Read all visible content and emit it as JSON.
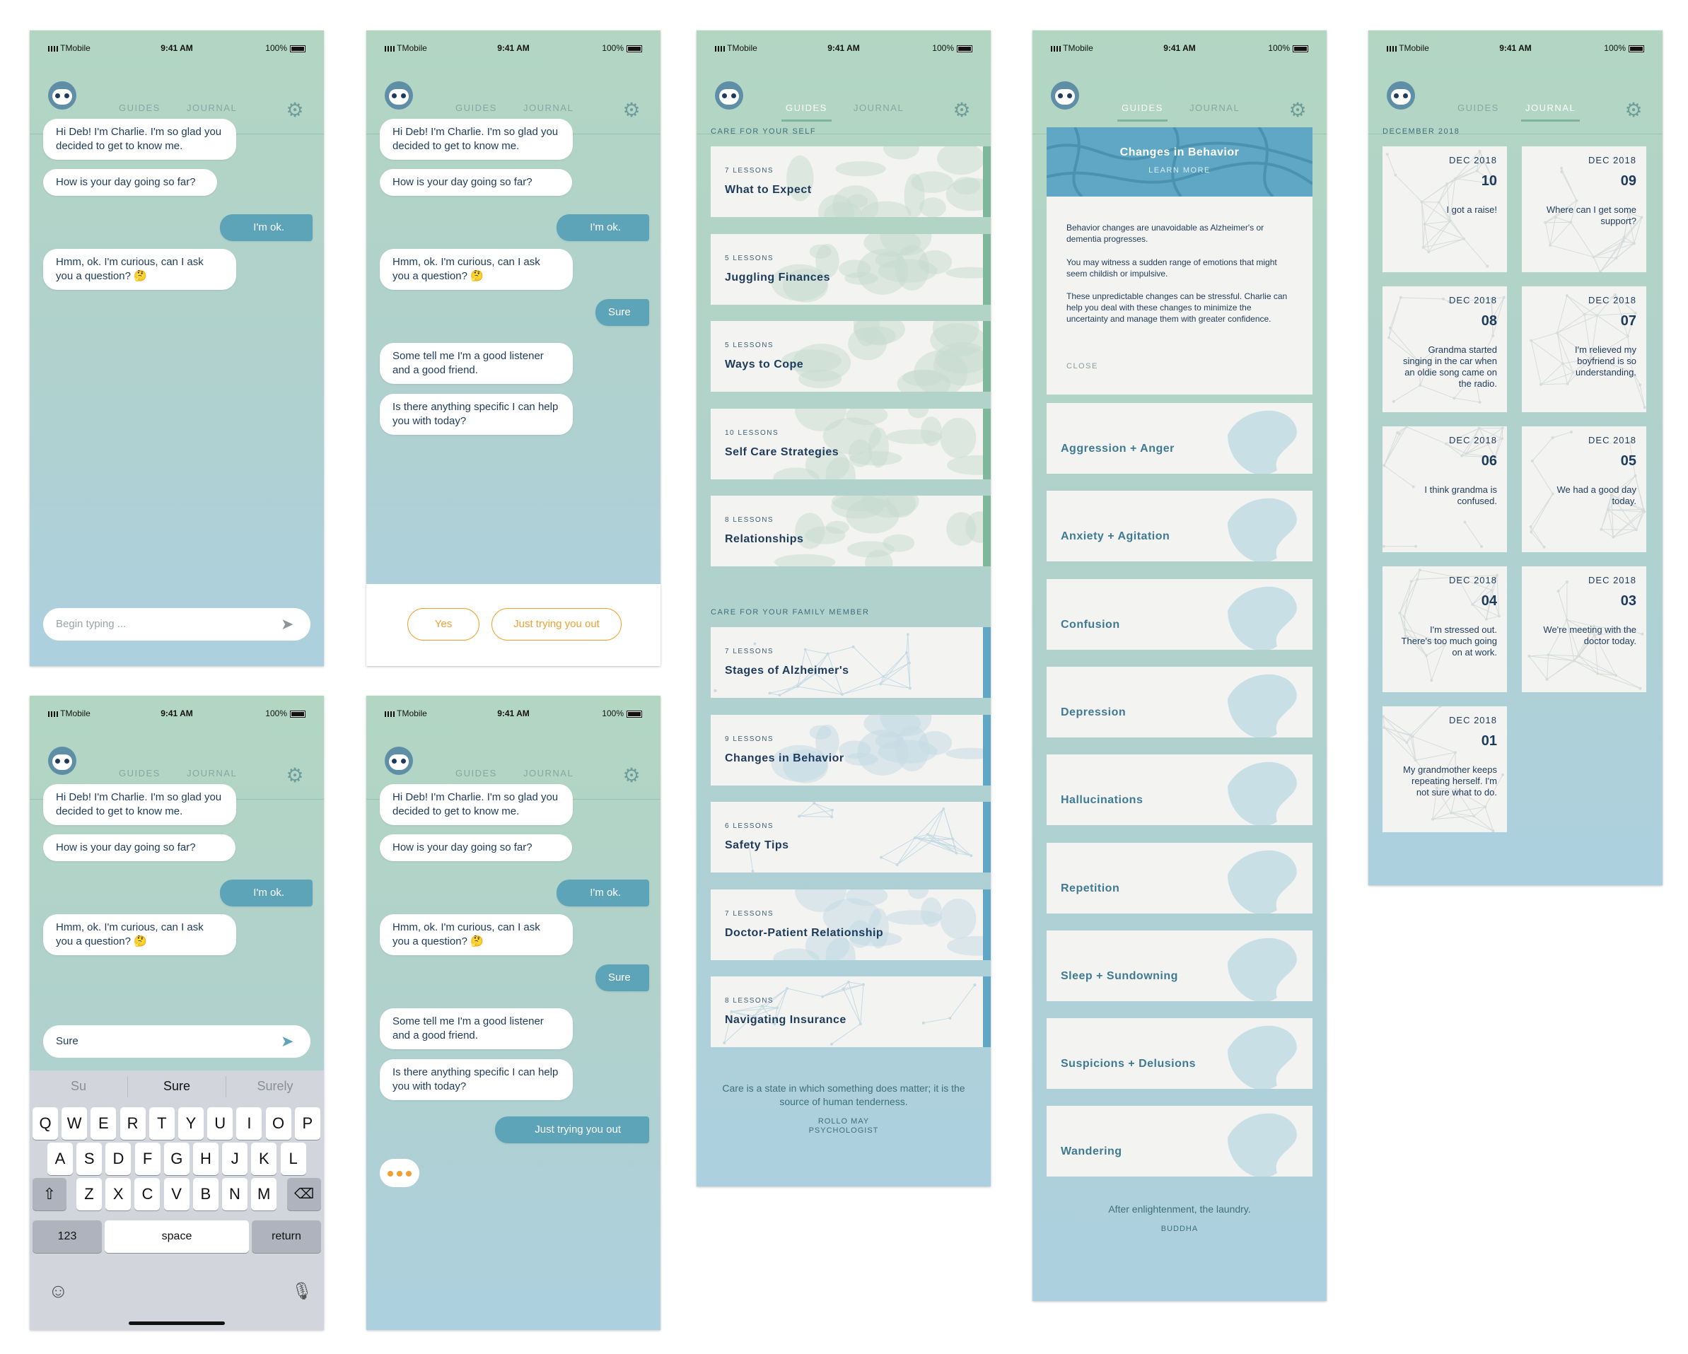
{
  "status": {
    "carrier": "TMobile",
    "time": "9:41 AM",
    "battery": "100%"
  },
  "nav": {
    "guides": "GUIDES",
    "journal": "JOURNAL"
  },
  "chat": {
    "m1": "Hi Deb! I'm Charlie. I'm so glad you decided to get to know me.",
    "m2": "How is your day going so far?",
    "u1": "I'm ok.",
    "m3": "Hmm, ok. I'm curious, can I ask you a question? 🤔",
    "u2": "Sure",
    "m4": "Some tell me I'm a good listener and a good friend.",
    "m5": "Is there anything specific I can help you with today?",
    "u3": "Just trying you out",
    "placeholder": "Begin typing ...",
    "typed": "Sure",
    "reply_yes": "Yes",
    "reply_try": "Just trying you out"
  },
  "keyboard": {
    "suggestions": [
      "Su",
      "Sure",
      "Surely"
    ],
    "row1": [
      "Q",
      "W",
      "E",
      "R",
      "T",
      "Y",
      "U",
      "I",
      "O",
      "P"
    ],
    "row2": [
      "A",
      "S",
      "D",
      "F",
      "G",
      "H",
      "J",
      "K",
      "L"
    ],
    "row3": [
      "Z",
      "X",
      "C",
      "V",
      "B",
      "N",
      "M"
    ],
    "num": "123",
    "space": "space",
    "return": "return"
  },
  "guides": {
    "self_header": "CARE FOR YOUR SELF",
    "self": [
      {
        "meta": "7 LESSONS",
        "title": "What to Expect"
      },
      {
        "meta": "5 LESSONS",
        "title": "Juggling Finances"
      },
      {
        "meta": "5 LESSONS",
        "title": "Ways to Cope"
      },
      {
        "meta": "10 LESSONS",
        "title": "Self Care Strategies"
      },
      {
        "meta": "8 LESSONS",
        "title": "Relationships"
      }
    ],
    "family_header": "CARE FOR YOUR FAMILY MEMBER",
    "family": [
      {
        "meta": "7 LESSONS",
        "title": "Stages of Alzheimer's"
      },
      {
        "meta": "9 LESSONS",
        "title": "Changes in Behavior"
      },
      {
        "meta": "6 LESSONS",
        "title": "Safety Tips"
      },
      {
        "meta": "7 LESSONS",
        "title": "Doctor-Patient Relationship"
      },
      {
        "meta": "8 LESSONS",
        "title": "Navigating Insurance"
      }
    ],
    "quote": "Care is a state in which something does matter; it is the source of human tenderness.",
    "quote_author_1": "ROLLO MAY",
    "quote_author_2": "PSYCHOLOGIST"
  },
  "behavior": {
    "modal_title": "Changes in Behavior",
    "modal_sub": "LEARN MORE",
    "p1": "Behavior changes are unavoidable as Alzheimer's or dementia progresses.",
    "p2": "You may witness a sudden range of emotions that might seem childish or impulsive.",
    "p3": "These unpredictable changes can be stressful. Charlie can help you deal with these changes to minimize the uncertainty and manage them with greater confidence.",
    "close": "CLOSE",
    "topics": [
      "Aggression + Anger",
      "Anxiety + Agitation",
      "Confusion",
      "Depression",
      "Hallucinations",
      "Repetition",
      "Sleep + Sundowning",
      "Suspicions + Delusions",
      "Wandering"
    ],
    "quote": "After enlightenment, the laundry.",
    "author": "BUDDHA"
  },
  "journal": {
    "header": "DECEMBER 2018",
    "entries": [
      {
        "month": "DEC 2018",
        "day": "10",
        "text": "I got a raise!"
      },
      {
        "month": "DEC 2018",
        "day": "09",
        "text": "Where can I get some support?"
      },
      {
        "month": "DEC 2018",
        "day": "08",
        "text": "Grandma started singing in the car when an oldie song came on the radio."
      },
      {
        "month": "DEC 2018",
        "day": "07",
        "text": "I'm relieved my boyfriend is so understanding."
      },
      {
        "month": "DEC 2018",
        "day": "06",
        "text": "I think grandma is confused."
      },
      {
        "month": "DEC 2018",
        "day": "05",
        "text": "We had a good day today."
      },
      {
        "month": "DEC 2018",
        "day": "04",
        "text": "I'm stressed out. There's too much going on at work."
      },
      {
        "month": "DEC 2018",
        "day": "03",
        "text": "We're meeting with the doctor today."
      },
      {
        "month": "DEC 2018",
        "day": "01",
        "text": "My grandmother keeps repeating herself. I'm not sure what to do."
      }
    ]
  },
  "colors": {
    "accent_self": "#7fb79a",
    "accent_family": "#5fa7c4",
    "bubble_me": "#5da4b8",
    "reply": "#f0a032",
    "text": "#1d3b5c"
  },
  "icons": {
    "gear": "gear-icon",
    "send": "send-icon",
    "avatar": "owl-avatar-icon",
    "emoji": "emoji-icon",
    "mic": "microphone-icon",
    "shift": "shift-icon",
    "delete": "delete-icon"
  }
}
